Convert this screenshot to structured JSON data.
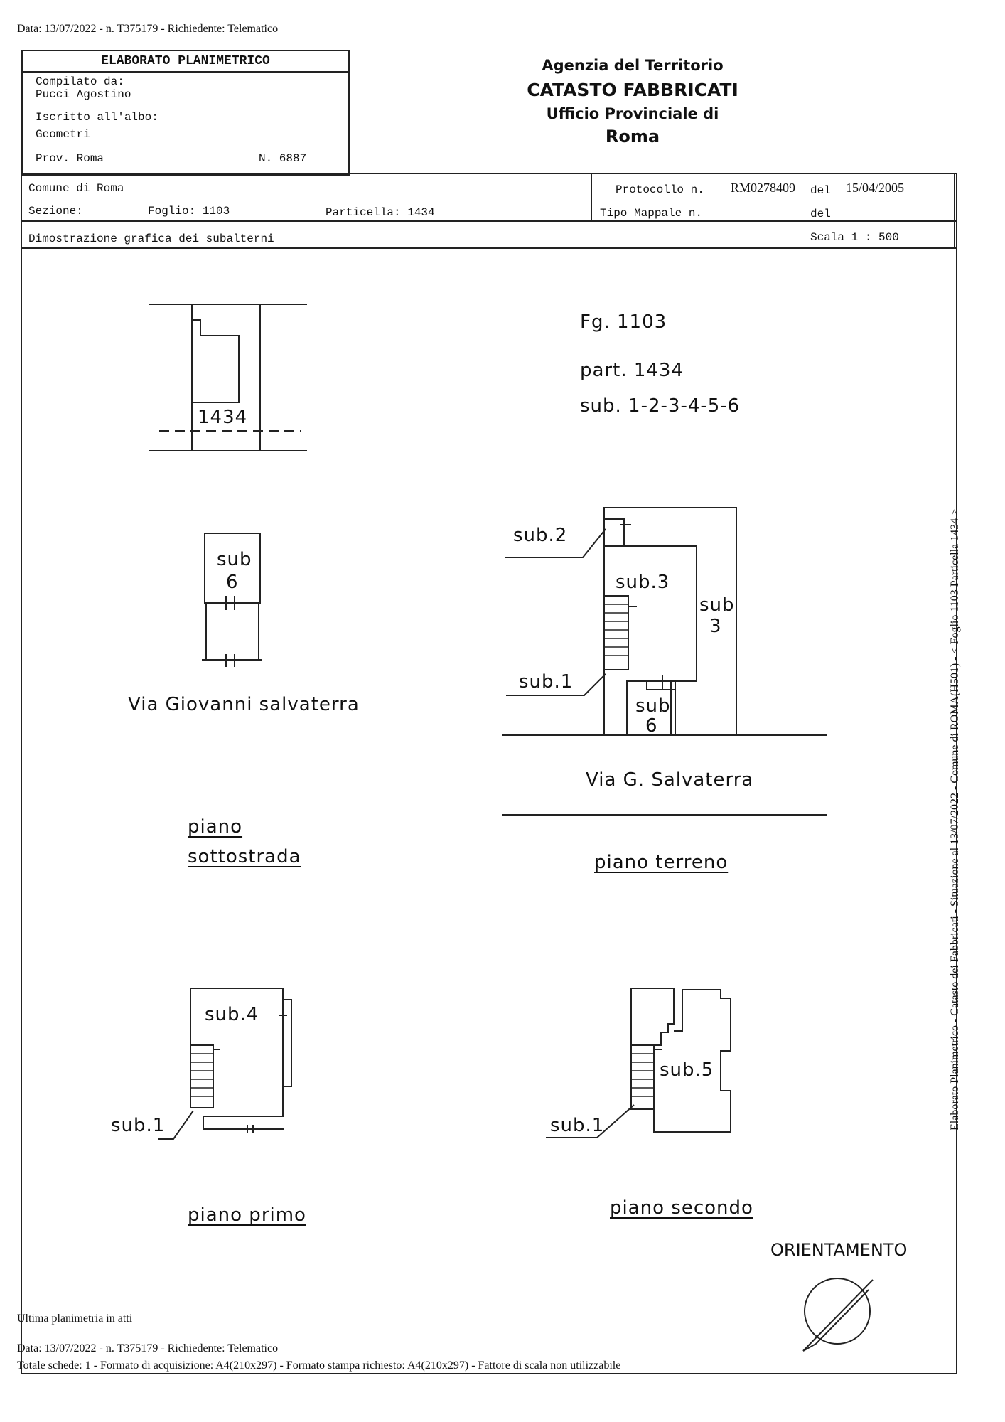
{
  "header_meta": "Data: 13/07/2022 - n. T375179 - Richiedente: Telematico",
  "compiler": {
    "title": "ELABORATO PLANIMETRICO",
    "compiled_label": "Compilato da:",
    "compiled_name": "Pucci Agostino",
    "albo_label": "Iscritto all'albo:",
    "albo_value": "Geometri",
    "prov": "Prov. Roma",
    "number": "N.  6887"
  },
  "agency": {
    "line1": "Agenzia del Territorio",
    "line2": "CATASTO FABBRICATI",
    "line3": "Ufficio Provinciale di",
    "line4": "Roma"
  },
  "info": {
    "comune": "Comune di Roma",
    "sezione": "Sezione:",
    "foglio": "Foglio: 1103",
    "particella": "Particella: 1434",
    "protocollo_label": "Protocollo n.",
    "protocollo_value": "RM0278409",
    "del1_label": "del",
    "del1_value": "15/04/2005",
    "tipo_mappale": "Tipo Mappale n.",
    "del2_label": "del",
    "dimostrazione": "Dimostrazione grafica dei subalterni",
    "scala": "Scala 1 : 500"
  },
  "plan": {
    "fg": "Fg.  1103",
    "part": "part. 1434",
    "sub": "sub.  1-2-3-4-5-6",
    "parcel_label": "1434",
    "sub6_a": "sub",
    "sub6_b": "6",
    "street1": "Via Giovanni salvaterra",
    "sottostrada_1": "piano",
    "sottostrada_2": "sottostrada",
    "ground": {
      "sub2": "sub.2",
      "sub3_inner": "sub.3",
      "sub3_outer_a": "sub",
      "sub3_outer_b": "3",
      "sub1": "sub.1",
      "sub6_a": "sub",
      "sub6_b": "6"
    },
    "street2": "Via G. Salvaterra",
    "terreno": "piano  terreno",
    "first": {
      "sub4": "sub.4",
      "sub1": "sub.1"
    },
    "primo": "piano  primo",
    "second": {
      "sub5": "sub.5",
      "sub1": "sub.1"
    },
    "secondo": "piano  secondo",
    "orientamento": "ORIENTAMENTO"
  },
  "side_text": "Elaborato Planimetrico - Catasto dei Fabbricati - Situazione al 13/07/2022 - Comune di ROMA(H501) - < Foglio 1103 Particella 1434 >",
  "footer": {
    "ultima": "Ultima planimetria in atti",
    "meta": "Data: 13/07/2022 - n. T375179 - Richiedente: Telematico",
    "totale": "Totale schede: 1 - Formato di acquisizione: A4(210x297)  - Formato stampa richiesto: A4(210x297) - Fattore di scala non utilizzabile"
  }
}
